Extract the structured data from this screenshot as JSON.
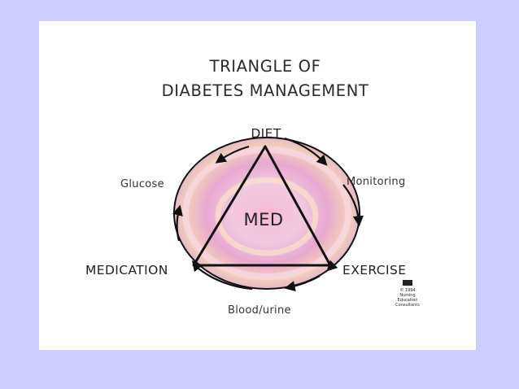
{
  "title": {
    "line1": "TRIANGLE OF",
    "line2": "DIABETES MANAGEMENT"
  },
  "vertices": {
    "top": "DIET",
    "left": "MEDICATION",
    "right": "EXERCISE"
  },
  "center_label": "MED",
  "cycle_labels": {
    "top_left": "Glucose",
    "top_right": "Monitoring",
    "bottom": "Blood/urine"
  },
  "copyright": {
    "line1": "© 1994",
    "line2": "Nursing",
    "line3": "Education",
    "line4": "Consultants"
  },
  "colors": {
    "background": "#ccccff",
    "slide": "#ffffff",
    "ellipse_fill": "#eeaacc",
    "line": "#111111"
  }
}
